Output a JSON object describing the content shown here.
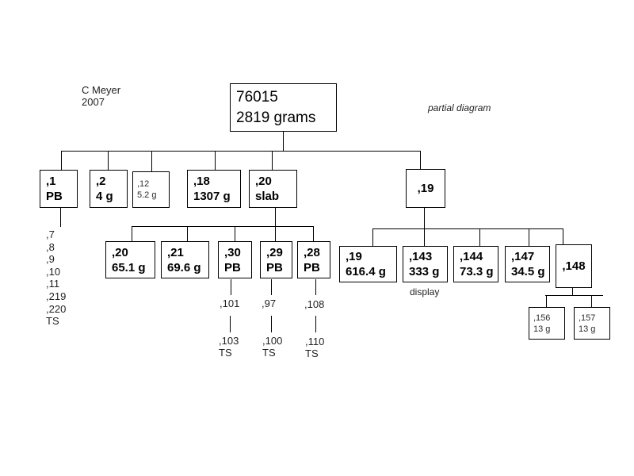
{
  "meta": {
    "author_line1": "C Meyer",
    "author_line2": "2007",
    "note": "partial diagram",
    "display_caption": "display"
  },
  "root": {
    "line1": "76015",
    "line2": "2819 grams"
  },
  "level1": [
    {
      "line1": ",1",
      "line2": "PB"
    },
    {
      "line1": ",2",
      "line2": "4 g"
    },
    {
      "line1": ",12",
      "line2": "5.2 g"
    },
    {
      "line1": ",18",
      "line2": "1307 g"
    },
    {
      "line1": ",20",
      "line2": "slab"
    },
    {
      "line1": ",19",
      "line2": ""
    }
  ],
  "fragments_under_1": [
    ",7",
    ",8",
    ",9",
    ",10",
    ",11",
    ",219",
    ",220",
    "TS"
  ],
  "slab_children": [
    {
      "line1": ",20",
      "line2": "65.1 g"
    },
    {
      "line1": ",21",
      "line2": "69.6 g"
    },
    {
      "line1": ",30",
      "line2": "PB"
    },
    {
      "line1": ",29",
      "line2": "PB"
    },
    {
      "line1": ",28",
      "line2": "PB"
    }
  ],
  "pb_leaves": [
    {
      "top": ",101",
      "bottom_line1": ",103",
      "bottom_line2": "TS"
    },
    {
      "top": ",97",
      "bottom_line1": ",100",
      "bottom_line2": "TS"
    },
    {
      "top": ",108",
      "bottom_line1": ",110",
      "bottom_line2": "TS"
    }
  ],
  "n19_children": [
    {
      "line1": ",19",
      "line2": "616.4 g"
    },
    {
      "line1": ",143",
      "line2": "333 g"
    },
    {
      "line1": ",144",
      "line2": "73.3 g"
    },
    {
      "line1": ",147",
      "line2": "34.5 g"
    },
    {
      "line1": ",148",
      "line2": ""
    }
  ],
  "n148_children": [
    {
      "line1": ",156",
      "line2": "13 g"
    },
    {
      "line1": ",157",
      "line2": "13 g"
    }
  ],
  "colors": {
    "background": "#ffffff",
    "line": "#000000",
    "box_border": "#000000",
    "text": "#000000"
  }
}
